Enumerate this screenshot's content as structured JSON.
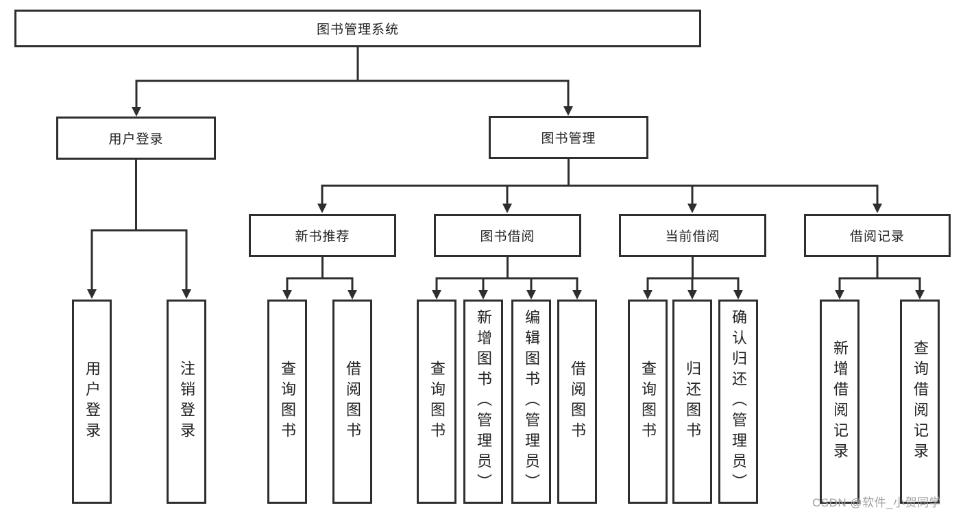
{
  "tree": {
    "root": {
      "label": "图书管理系统"
    },
    "children": [
      {
        "label": "用户登录",
        "children": [
          {
            "label": "用户登录"
          },
          {
            "label": "注销登录"
          }
        ]
      },
      {
        "label": "图书管理",
        "children": [
          {
            "label": "新书推荐",
            "children": [
              {
                "label": "查询图书"
              },
              {
                "label": "借阅图书"
              }
            ]
          },
          {
            "label": "图书借阅",
            "children": [
              {
                "label": "查询图书"
              },
              {
                "label": "新增图书（管理员）"
              },
              {
                "label": "编辑图书（管理员）"
              },
              {
                "label": "借阅图书"
              }
            ]
          },
          {
            "label": "当前借阅",
            "children": [
              {
                "label": "查询图书"
              },
              {
                "label": "归还图书"
              },
              {
                "label": "确认归还（管理员）"
              }
            ]
          },
          {
            "label": "借阅记录",
            "children": [
              {
                "label": "新增借阅记录"
              },
              {
                "label": "查询借阅记录"
              }
            ]
          }
        ]
      }
    ]
  },
  "watermark": {
    "text": "CSDN @软件_小贺同学"
  },
  "colors": {
    "line": "#2e2e2e",
    "text": "#222222",
    "watermark": "#9f9f9f",
    "background": "#ffffff"
  }
}
